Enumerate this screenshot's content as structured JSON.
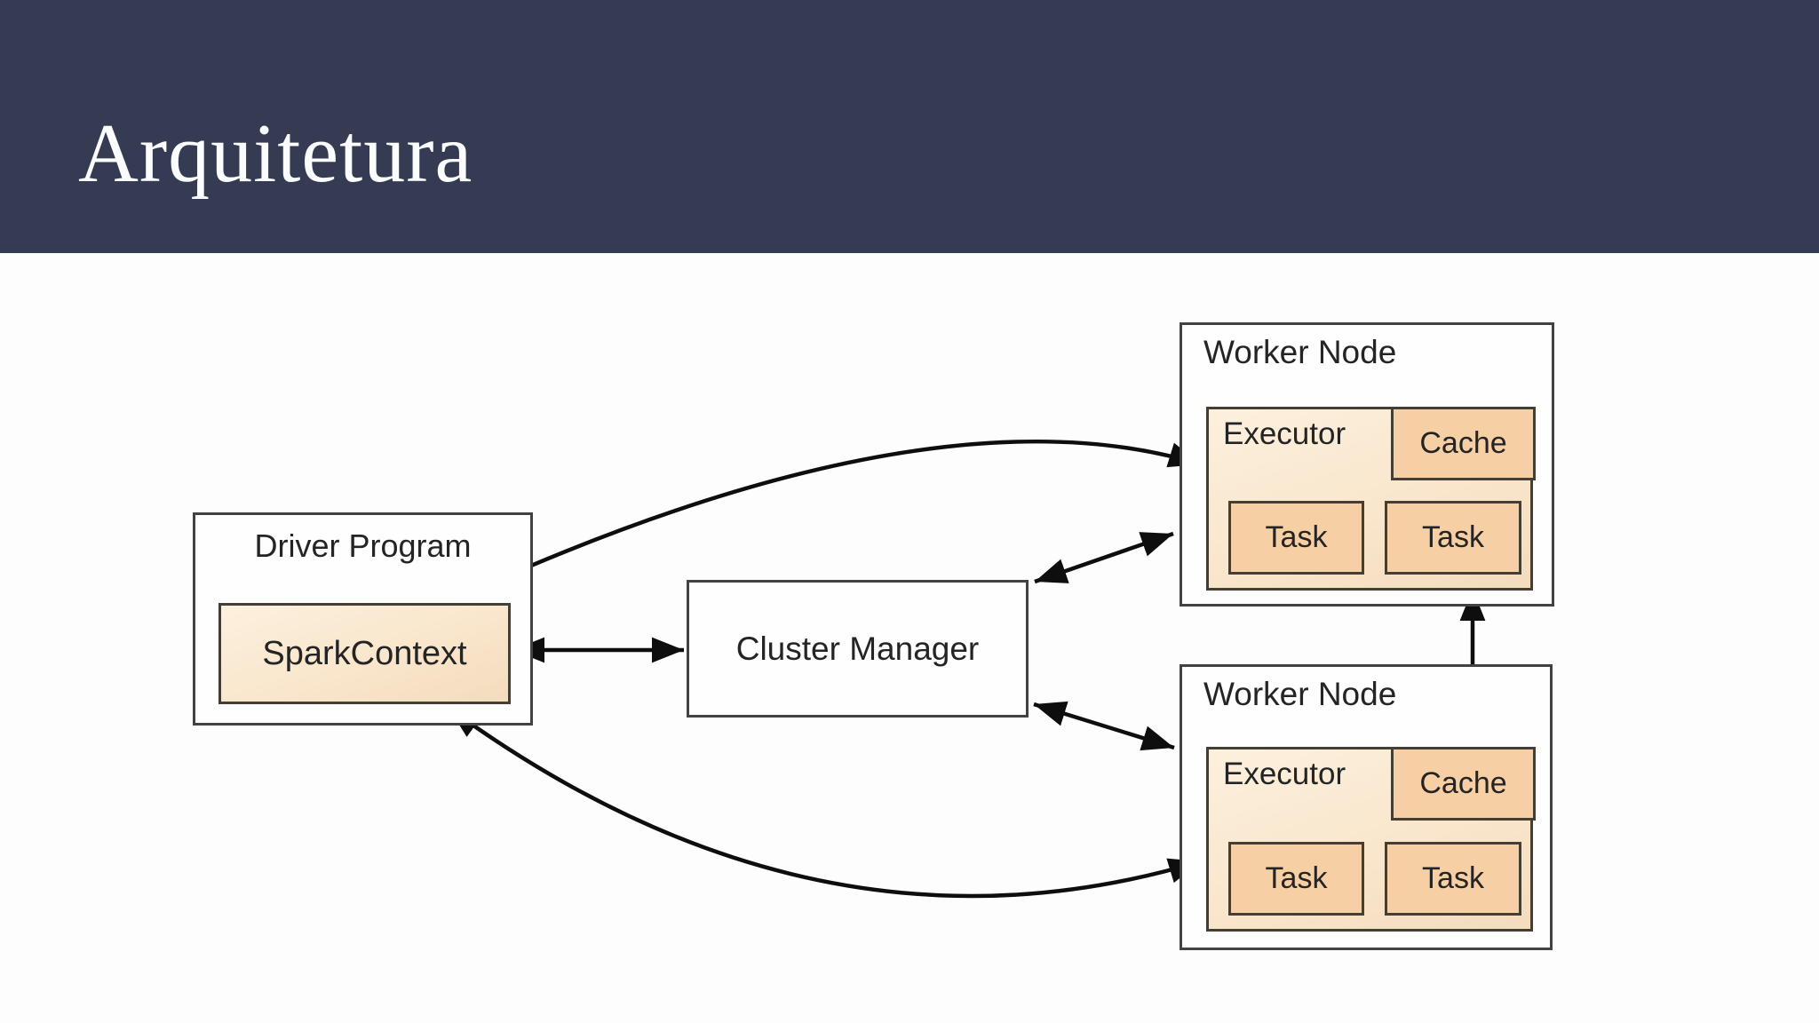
{
  "slide": {
    "title": "Arquitetura"
  },
  "colors": {
    "header_bg": "#343b52",
    "title_text": "#fbfcfd",
    "body_bg": "#fdfdfd",
    "executor_fill_light": "#f9e6cc",
    "cache_task_fill": "#f6cfa4",
    "peach_box_border": "#453e34",
    "white_box_border": "#424242",
    "arrow_color": "#0e0e0e",
    "diagram_text": "#242424"
  },
  "diagram": {
    "driver_program": {
      "label": "Driver Program",
      "spark_context_label": "SparkContext"
    },
    "cluster_manager": {
      "label": "Cluster Manager"
    },
    "worker_nodes": [
      {
        "label": "Worker Node",
        "executor_label": "Executor",
        "cache_label": "Cache",
        "task_labels": [
          "Task",
          "Task"
        ]
      },
      {
        "label": "Worker Node",
        "executor_label": "Executor",
        "cache_label": "Cache",
        "task_labels": [
          "Task",
          "Task"
        ]
      }
    ],
    "connections": [
      "SparkContext <-> Cluster Manager",
      "Cluster Manager <-> Worker Node 1",
      "Cluster Manager <-> Worker Node 2",
      "SparkContext <-> Worker Node 1 Executor",
      "SparkContext <-> Worker Node 2 Executor",
      "Worker Node 1 Executor <-> Worker Node 2 Cache"
    ]
  }
}
